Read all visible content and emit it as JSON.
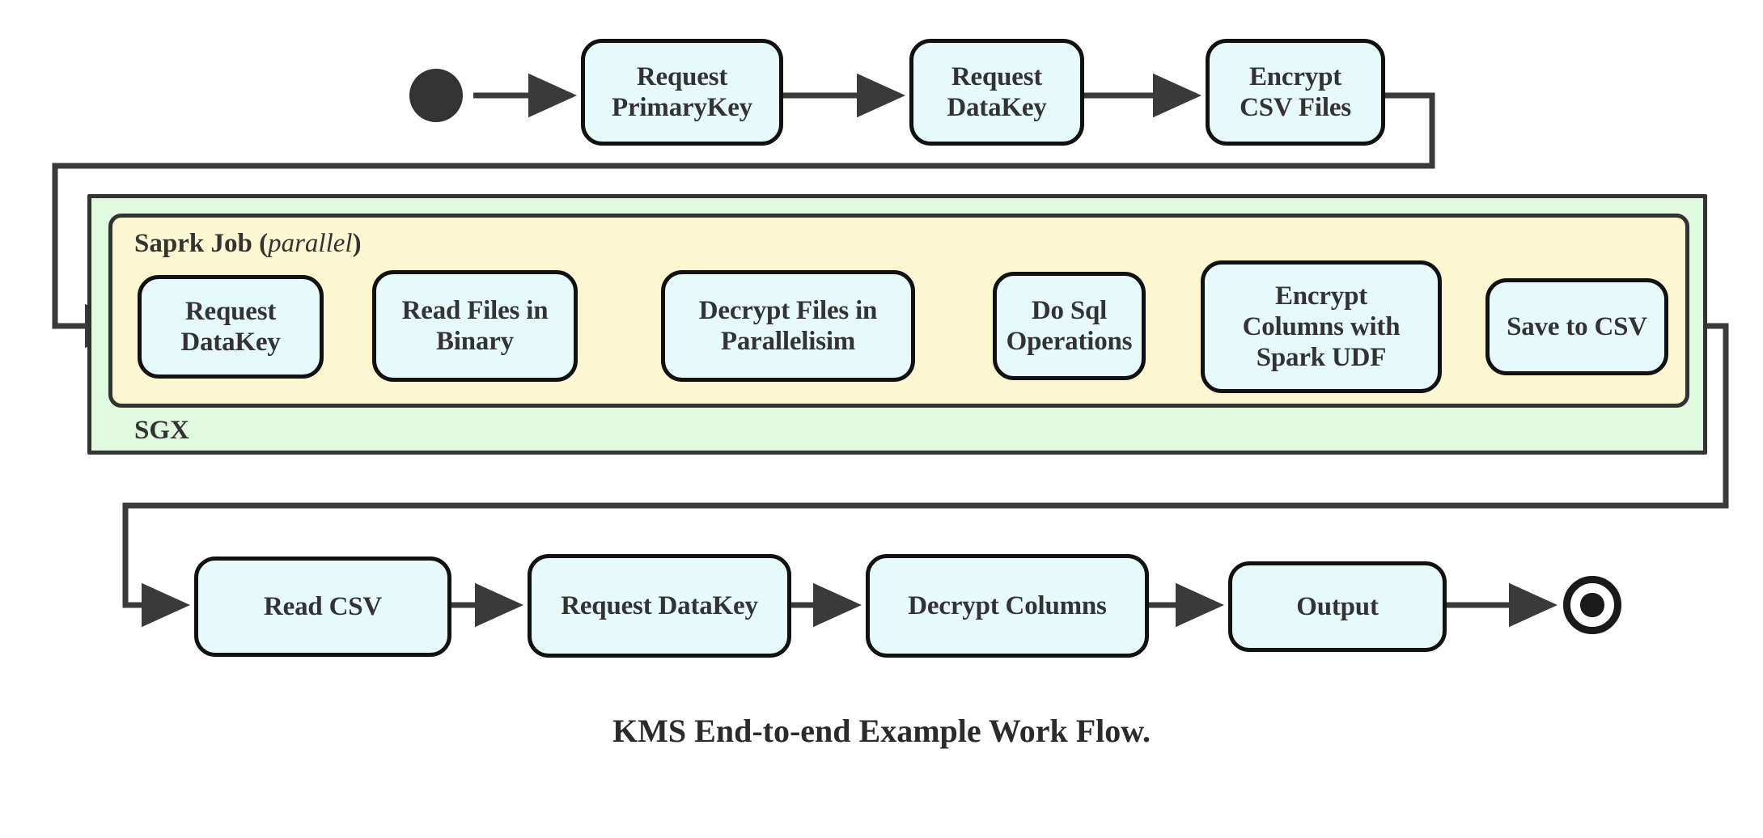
{
  "diagram": {
    "caption": "KMS End-to-end Example Work Flow.",
    "colors": {
      "node_fill": "#e6fafc",
      "node_stroke": "#111111",
      "sgx_fill": "#dffadf",
      "spark_fill": "#fcf7d0",
      "container_stroke": "#333333",
      "wire": "#3a3a3a",
      "text": "#333333"
    },
    "start_node": {
      "name": "start"
    },
    "end_node": {
      "name": "end"
    },
    "containers": [
      {
        "id": "sgx",
        "label": "SGX"
      },
      {
        "id": "spark",
        "label_bold": "Saprk Job",
        "label_italic": "parallel",
        "label_full": "Saprk Job (parallel)"
      }
    ],
    "rows": {
      "top": [
        {
          "id": "request-primarykey",
          "label": "Request\nPrimaryKey"
        },
        {
          "id": "request-datakey-top",
          "label": "Request\nDataKey"
        },
        {
          "id": "encrypt-csv-files",
          "label": "Encrypt\nCSV Files"
        }
      ],
      "middle": [
        {
          "id": "request-datakey-spark",
          "label": "Request\nDataKey"
        },
        {
          "id": "read-files-in-binary",
          "label": "Read Files in\nBinary"
        },
        {
          "id": "decrypt-files-in-parallelisim",
          "label": "Decrypt Files in\nParallelisim"
        },
        {
          "id": "do-sql-operations",
          "label": "Do Sql\nOperations"
        },
        {
          "id": "encrypt-columns-with-spark-udf",
          "label": "Encrypt\nColumns with\nSpark UDF"
        },
        {
          "id": "save-to-csv",
          "label": "Save to CSV"
        }
      ],
      "bottom": [
        {
          "id": "read-csv",
          "label": "Read CSV"
        },
        {
          "id": "request-datakey-bottom",
          "label": "Request DataKey"
        },
        {
          "id": "decrypt-columns",
          "label": "Decrypt Columns"
        },
        {
          "id": "output",
          "label": "Output"
        }
      ]
    }
  }
}
